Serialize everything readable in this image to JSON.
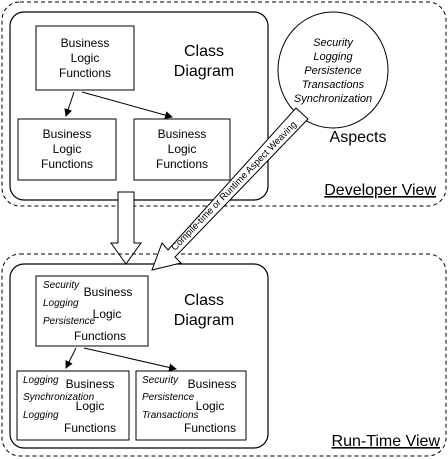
{
  "developer_view": {
    "label": "Developer View",
    "class_diagram_title": [
      "Class",
      "Diagram"
    ],
    "root_box": [
      "Business",
      "Logic",
      "Functions"
    ],
    "left_box": [
      "Business",
      "Logic",
      "Functions"
    ],
    "right_box": [
      "Business",
      "Logic",
      "Functions"
    ]
  },
  "aspects": {
    "label": "Aspects",
    "items": [
      "Security",
      "Logging",
      "Persistence",
      "Transactions",
      "Synchronization"
    ]
  },
  "weaving_arrow_label": "Compile-time or Runtime Aspect Weaving",
  "runtime_view": {
    "label": "Run-Time View",
    "class_diagram_title": [
      "Class",
      "Diagram"
    ],
    "root_box": {
      "aspects": [
        "Security",
        "Logging",
        "Persistence"
      ],
      "words": [
        "Business",
        "Logic",
        "Functions"
      ]
    },
    "left_box": {
      "aspects": [
        "Logging",
        "Synchronization",
        "Logging"
      ],
      "words": [
        "Business",
        "Logic",
        "Functions"
      ]
    },
    "right_box": {
      "aspects": [
        "Security",
        "Persistence",
        "Transactions"
      ],
      "words": [
        "Business",
        "Logic",
        "Functions"
      ]
    }
  }
}
